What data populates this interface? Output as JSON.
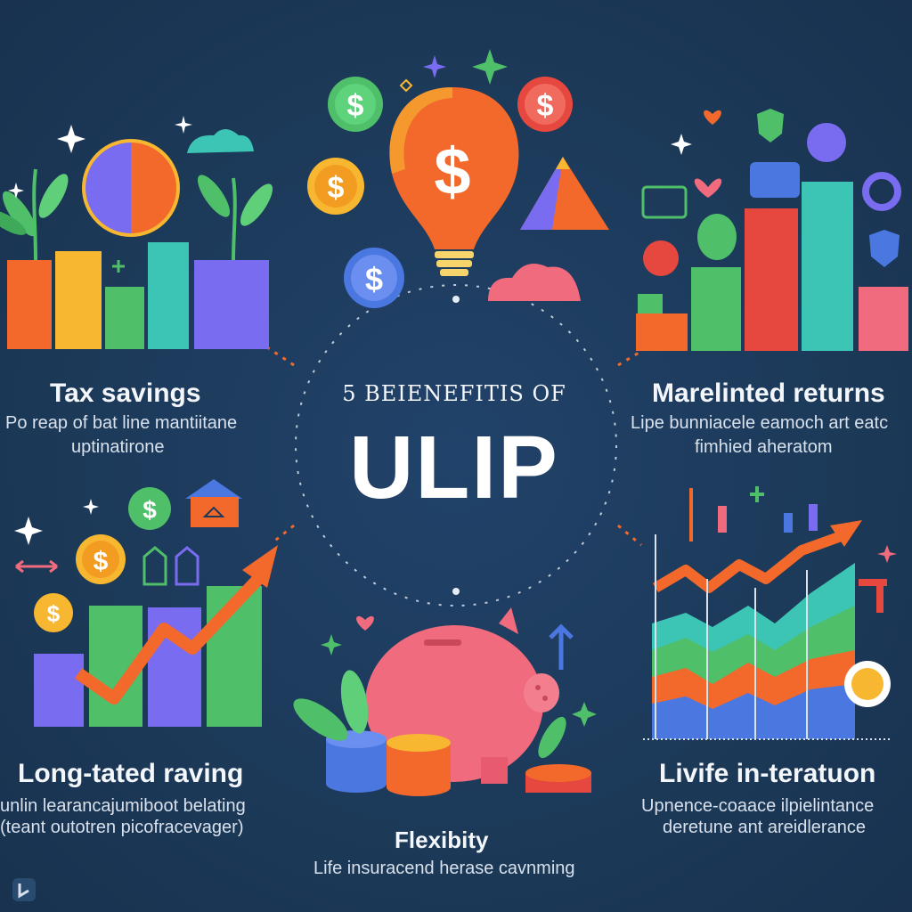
{
  "center": {
    "subtitle": "5 BEIENEFITIS OF",
    "title": "ULIP"
  },
  "panels": {
    "tax": {
      "title": "Tax savings",
      "desc_line1": "Po reap of bat line mantiitane",
      "desc_line2": "uptinatirone"
    },
    "market": {
      "title": "Marelinted returns",
      "desc_line1": "Lipe bunniacele eamoch art eatc",
      "desc_line2": "fimhied aheratom"
    },
    "long": {
      "title": "Long-tated raving",
      "desc_line1": "unlin learancajumiboot belating",
      "desc_line2": "(teant outotren picofracevager)"
    },
    "flex": {
      "title": "Flexibity",
      "desc_line1": "Life insuracend herase cavnming"
    },
    "life": {
      "title": "Livife in-teratuon",
      "desc_line1": "Upnence-coaace ilpielintance",
      "desc_line2": "deretune ant areidlerance"
    }
  },
  "icons": {
    "dollar": "$",
    "corner_logo": "bing-logo-icon"
  },
  "colors": {
    "background": "#1c3958",
    "orange": "#f2692b",
    "yellow": "#f7b731",
    "green": "#4fbf6a",
    "teal": "#3cc4b4",
    "purple": "#7a6cf0",
    "pink": "#ef6b7d",
    "red": "#e6483f",
    "blue": "#4a78e0"
  }
}
